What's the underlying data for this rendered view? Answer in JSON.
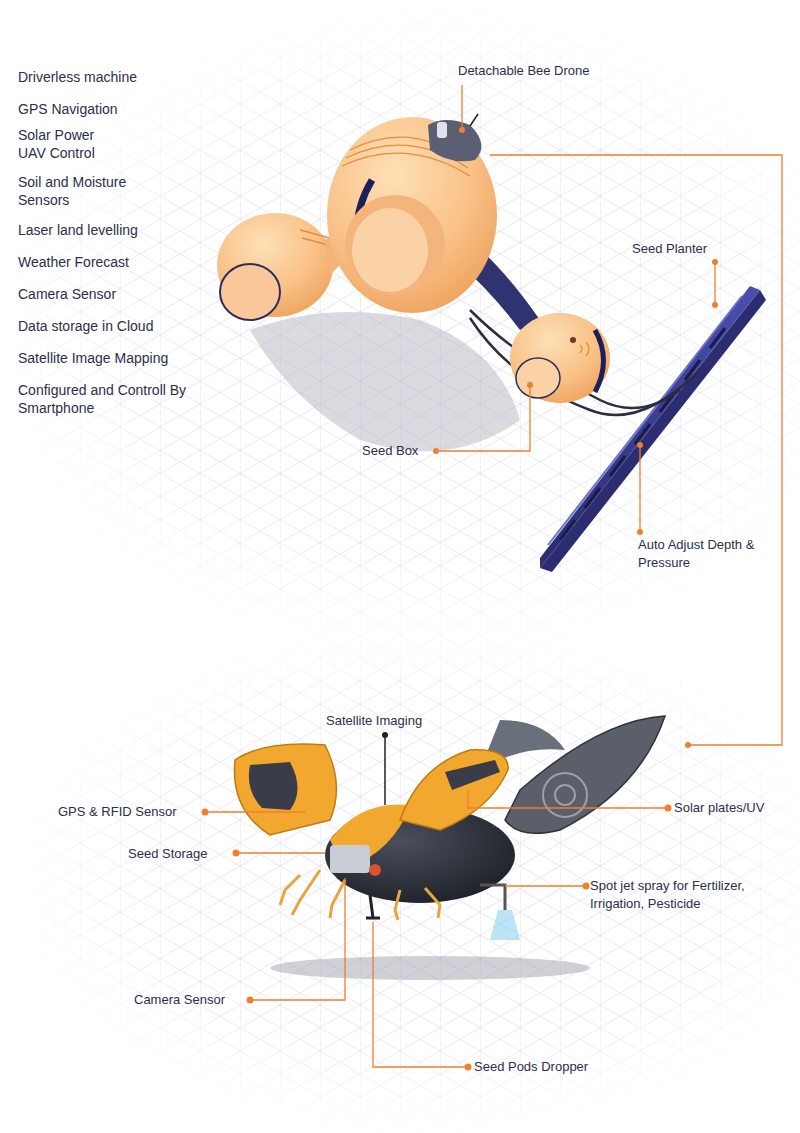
{
  "diagram": {
    "labels": [
      "Driverless machine",
      "GPS Navigation",
      "Solar Power",
      "UAV Control",
      "Soil and Moisture Sensors",
      "Laser land levelling",
      "Weather Forecast",
      "Camera Sensor",
      "Data storage in Cloud",
      "Satellite Image Mapping",
      "Configured and Controll By Smartphone",
      "Detachable Bee Drone",
      "Seed Planter",
      "Seed Box",
      "Auto Adjust Depth & Pressure",
      "Satellite Imaging",
      "GPS & RFID Sensor",
      "Solar plates/UV",
      "Seed Storage",
      "Spot jet spray for Fertilizer, Irrigation, Pesticide",
      "Camera Sensor",
      "Seed Pods Dropper"
    ]
  }
}
